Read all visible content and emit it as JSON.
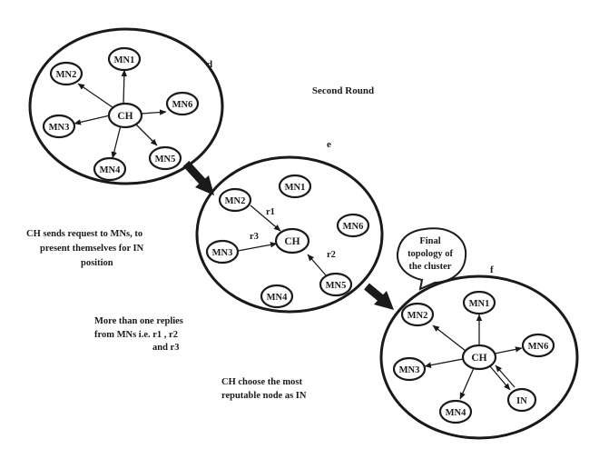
{
  "title": "Second Round",
  "panels": {
    "d": {
      "letter": "d",
      "head": "CH",
      "members": [
        "MN1",
        "MN2",
        "MN3",
        "MN4",
        "MN5",
        "MN6"
      ]
    },
    "e": {
      "letter": "e",
      "head": "CH",
      "members": [
        "MN1",
        "MN2",
        "MN3",
        "MN4",
        "MN5",
        "MN6"
      ],
      "replies": [
        "r1",
        "r3",
        "r2"
      ]
    },
    "f": {
      "letter": "f",
      "head": "CH",
      "members": [
        "MN1",
        "MN2",
        "MN3",
        "MN4",
        "MN6"
      ],
      "intermediate": "IN",
      "callout": [
        "Final",
        "topology of",
        "the cluster"
      ]
    }
  },
  "captions": {
    "request": [
      "CH sends request to MNs, to",
      "present themselves for IN",
      "position"
    ],
    "replies": [
      "More than one replies",
      "from MNs i.e. r1 , r2",
      "and r3"
    ],
    "choose": [
      "CH choose the most",
      "reputable node as IN"
    ]
  }
}
